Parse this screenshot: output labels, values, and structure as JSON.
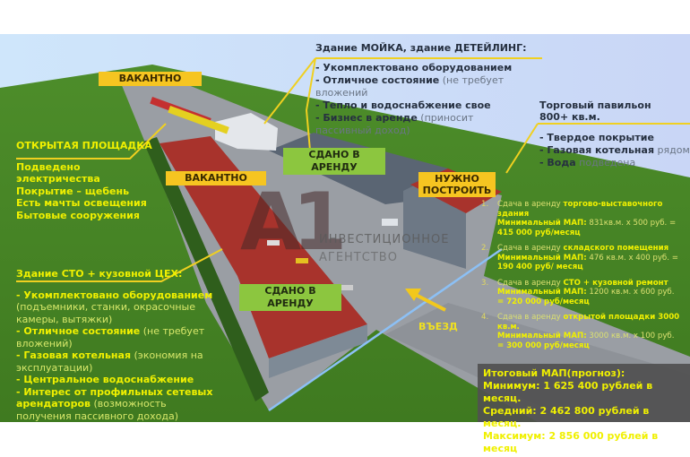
{
  "labels": {
    "vacant_top": "ВАКАНТНО",
    "vacant_mid": "ВАКАНТНО",
    "rented_mid": "СДАНО В АРЕНДУ",
    "rented_bottom": "СДАНО В АРЕНДУ",
    "need_build_1": "НУЖНО",
    "need_build_2": "ПОСТРОИТЬ",
    "entrance": "ВЪЕЗД"
  },
  "logo": {
    "mark": "А1",
    "line1": "ИНВЕСТИЦИОННОЕ",
    "line2": "АГЕНТСТВО"
  },
  "open_area": {
    "title": "ОТКРЫТАЯ ПЛОЩАДКА",
    "items": [
      "Подведено",
      "электричества",
      "Покрытие – щебень",
      "Есть мачты освещения",
      "Бытовые сооружения"
    ]
  },
  "wash": {
    "title": "Здание МОЙКА, здание ДЕТЕЙЛИНГ:",
    "items": [
      {
        "bold": "- Укомплектовано оборудованием",
        "light": ""
      },
      {
        "bold": "- Отличное состояние",
        "light": " (не требует вложений"
      },
      {
        "bold": "- Тепло и водоснабжение свое",
        "light": ""
      },
      {
        "bold": "- Бизнес в аренде",
        "light": " (приносит пассивный доход)"
      }
    ]
  },
  "pavilion": {
    "title_1": "Торговый павильон",
    "title_2": "800+ кв.м.",
    "items": [
      {
        "bold": "- Твердое покрытие",
        "light": ""
      },
      {
        "bold": "- Газовая котельная",
        "light": " рядом"
      },
      {
        "bold": "- Вода",
        "light": " подведена"
      }
    ]
  },
  "sto": {
    "title": "Здание СТО + кузовной ЦЕХ:",
    "items": [
      {
        "bold": "- Укомплектовано оборудованием",
        "light": " (подъемники, станки, окрасочные камеры, вытяжки)"
      },
      {
        "bold": "- Отличное состояние",
        "light": " (не требует вложений)"
      },
      {
        "bold": "- Газовая котельная",
        "light": " (экономия на эксплуатации)"
      },
      {
        "bold": "- Центральное водоснабжение",
        "light": ""
      },
      {
        "bold": "- Интерес от профильных сетевых арендаторов",
        "light": " (возможность получения пассивного дохода)"
      }
    ]
  },
  "rent_list": [
    {
      "n": "1.",
      "pre": "Сдача в аренду ",
      "what": "торгово-выставочного здания",
      "map_label": "Минимальный МАП:",
      "calc": " 831кв.м. х 500 руб. =",
      "result": "415 000 руб/месяц"
    },
    {
      "n": "2.",
      "pre": "Сдача в аренду ",
      "what": "складского помещения",
      "map_label": "Минимальный МАП:",
      "calc": " 476 кв.м. х 400 руб. =",
      "result": "190 400 руб/ месяц"
    },
    {
      "n": "3.",
      "pre": "Сдача в аренду ",
      "what": "СТО + кузовной ремонт",
      "map_label": "Минимальный МАП:",
      "calc": " 1200 кв.м. х 600 руб.",
      "result": "= 720 000 руб/месяц"
    },
    {
      "n": "4.",
      "pre": "Сдача в аренду ",
      "what": "открытой площадки 3000 кв.м.",
      "map_label": "Минимальный МАП:",
      "calc": " 3000 кв.м. х 100 руб.",
      "result": "= 300 000 руб/месяц"
    }
  ],
  "summary": {
    "title": "Итоговый МАП(прогноз):",
    "min": "Минимум: 1 625 400 рублей в месяц.",
    "avg": "Средний: 2 462 800 рублей в месяц.",
    "max": "Максимум: 2 856 000 рублей в месяц"
  },
  "colors": {
    "label_yellow": "#f6c521",
    "label_green": "#8cc63f",
    "text_yellow": "#f0f000",
    "roof_red": "#a8332c",
    "grass": "#4e8a2a"
  }
}
